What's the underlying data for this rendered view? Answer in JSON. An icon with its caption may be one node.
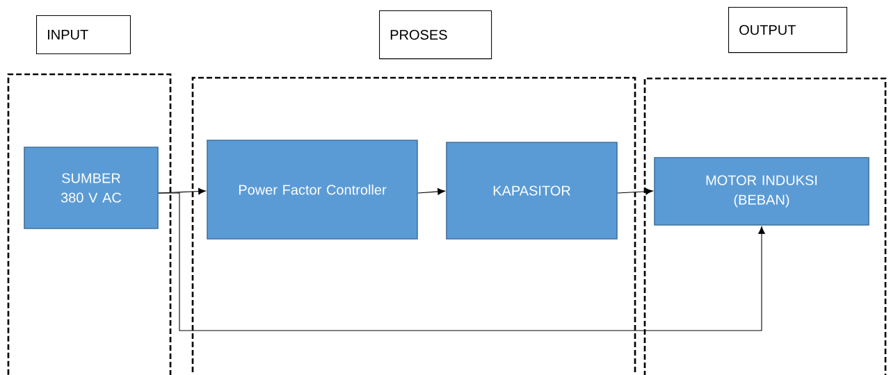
{
  "diagram": {
    "nodes": [
      {
        "text": [
          "INPUT"
        ]
      },
      {
        "text": [
          "PROSES"
        ]
      },
      {
        "text": [
          "OUTPUT"
        ]
      },
      {
        "text": [],
        "shape": "box"
      },
      {
        "text": [],
        "shape": "box"
      },
      {
        "text": [],
        "shape": "box"
      },
      {
        "text": [
          "SUMBER 380 V AC"
        ],
        "in": 3
      },
      {
        "text": [
          "Power Factor Controller"
        ],
        "in": 4
      },
      {
        "text": [
          "KAPASITOR"
        ],
        "in": 4
      },
      {
        "text": [
          "MOTOR INDUKSI (BEBAN)"
        ],
        "in": 5
      }
    ],
    "edges": [
      {
        "from": 6,
        "to": 7,
        "arrow": "to"
      },
      {
        "from": 7,
        "to": 8,
        "arrow": "to"
      },
      {
        "from": 8,
        "to": 9,
        "arrow": "to"
      },
      {
        "from": 6,
        "to": 9,
        "arrow": "to"
      }
    ]
  }
}
